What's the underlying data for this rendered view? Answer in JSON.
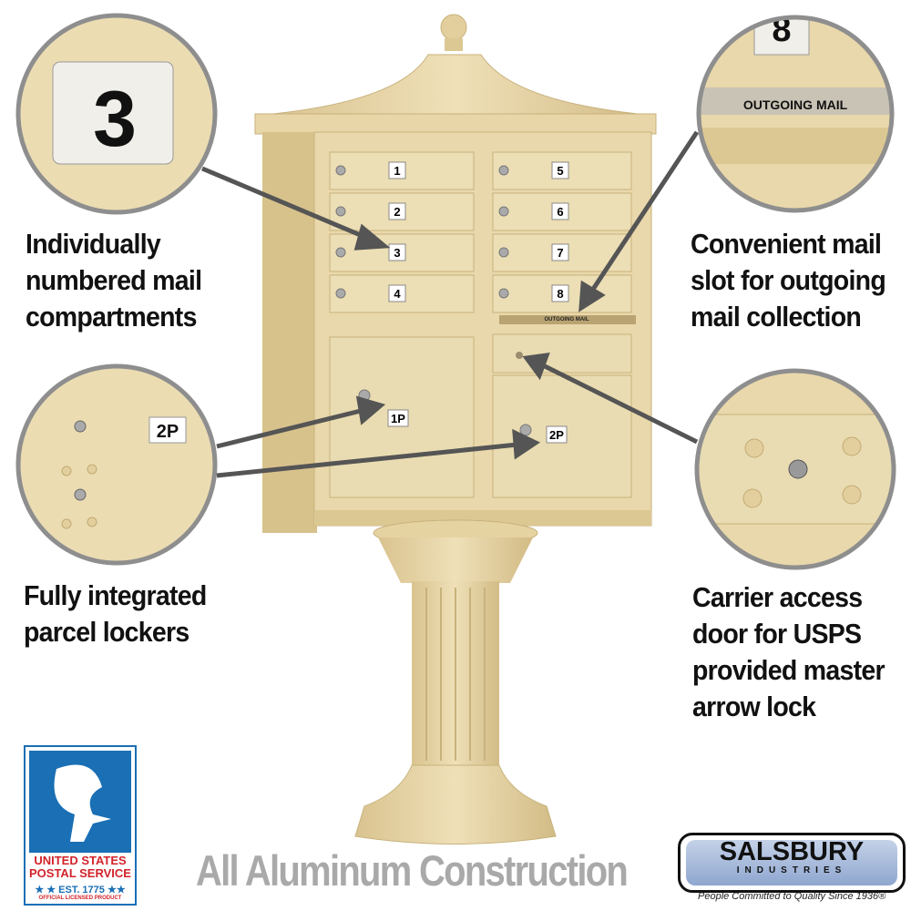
{
  "callouts": {
    "compartments": {
      "lines": [
        "Individually",
        "numbered mail",
        "compartments"
      ],
      "zoom_label": "3"
    },
    "outgoing": {
      "lines": [
        "Convenient mail",
        "slot for outgoing",
        "mail collection"
      ],
      "zoom_number": "8",
      "zoom_label": "OUTGOING MAIL"
    },
    "parcel": {
      "lines": [
        "Fully integrated",
        "parcel lockers"
      ],
      "zoom_label": "2P"
    },
    "carrier": {
      "lines": [
        "Carrier access",
        "door for USPS",
        "provided master",
        "arrow lock"
      ]
    }
  },
  "mailbox": {
    "doors_left": [
      "1",
      "2",
      "3",
      "4"
    ],
    "doors_right": [
      "5",
      "6",
      "7",
      "8"
    ],
    "outgoing_slot_label": "OUTGOING MAIL",
    "parcel_lockers": [
      "1P",
      "2P"
    ],
    "color": "#e6d4a6"
  },
  "tagline": "All Aluminum Construction",
  "usps_logo": {
    "line1": "UNITED STATES",
    "line2": "POSTAL SERVICE",
    "line3": "★ ★ EST. 1775 ★★",
    "line4": "OFFICIAL LICENSED PRODUCT"
  },
  "brand": {
    "name": "SALSBURY",
    "sub": "INDUSTRIES",
    "motto": "People Committed to Quality Since 1936®"
  }
}
